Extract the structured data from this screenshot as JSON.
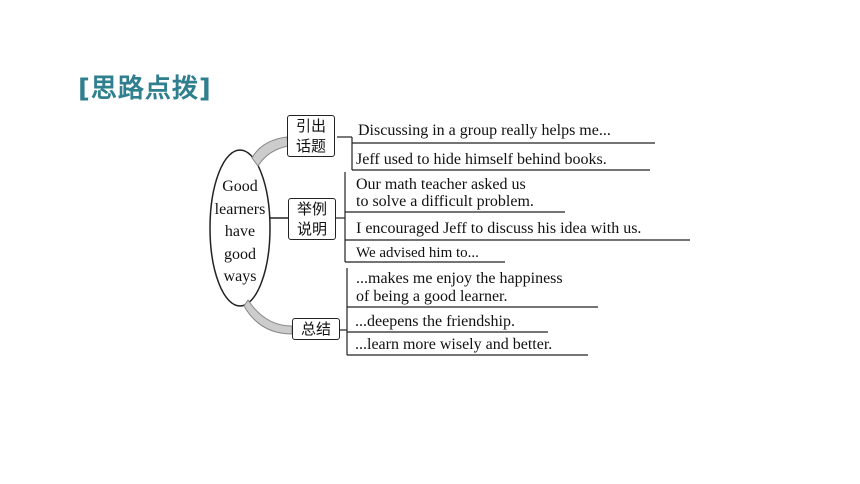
{
  "heading": "[思路点拨]",
  "center": [
    "Good",
    "learners",
    "have",
    "good",
    "ways"
  ],
  "branches": [
    {
      "label": [
        "引出",
        "话题"
      ],
      "items": [
        "Discussing in a group really helps me...",
        "Jeff used to hide himself behind books."
      ]
    },
    {
      "label": [
        "举例",
        "说明"
      ],
      "items": [
        [
          "Our math teacher asked us",
          "to solve a difficult problem."
        ],
        "I encouraged Jeff to discuss his idea with us.",
        "We advised him to..."
      ]
    },
    {
      "label": [
        "总结"
      ],
      "items": [
        [
          "...makes me enjoy the happiness",
          "of being a good learner."
        ],
        "...deepens the friendship.",
        "...learn more wisely and better."
      ]
    }
  ]
}
